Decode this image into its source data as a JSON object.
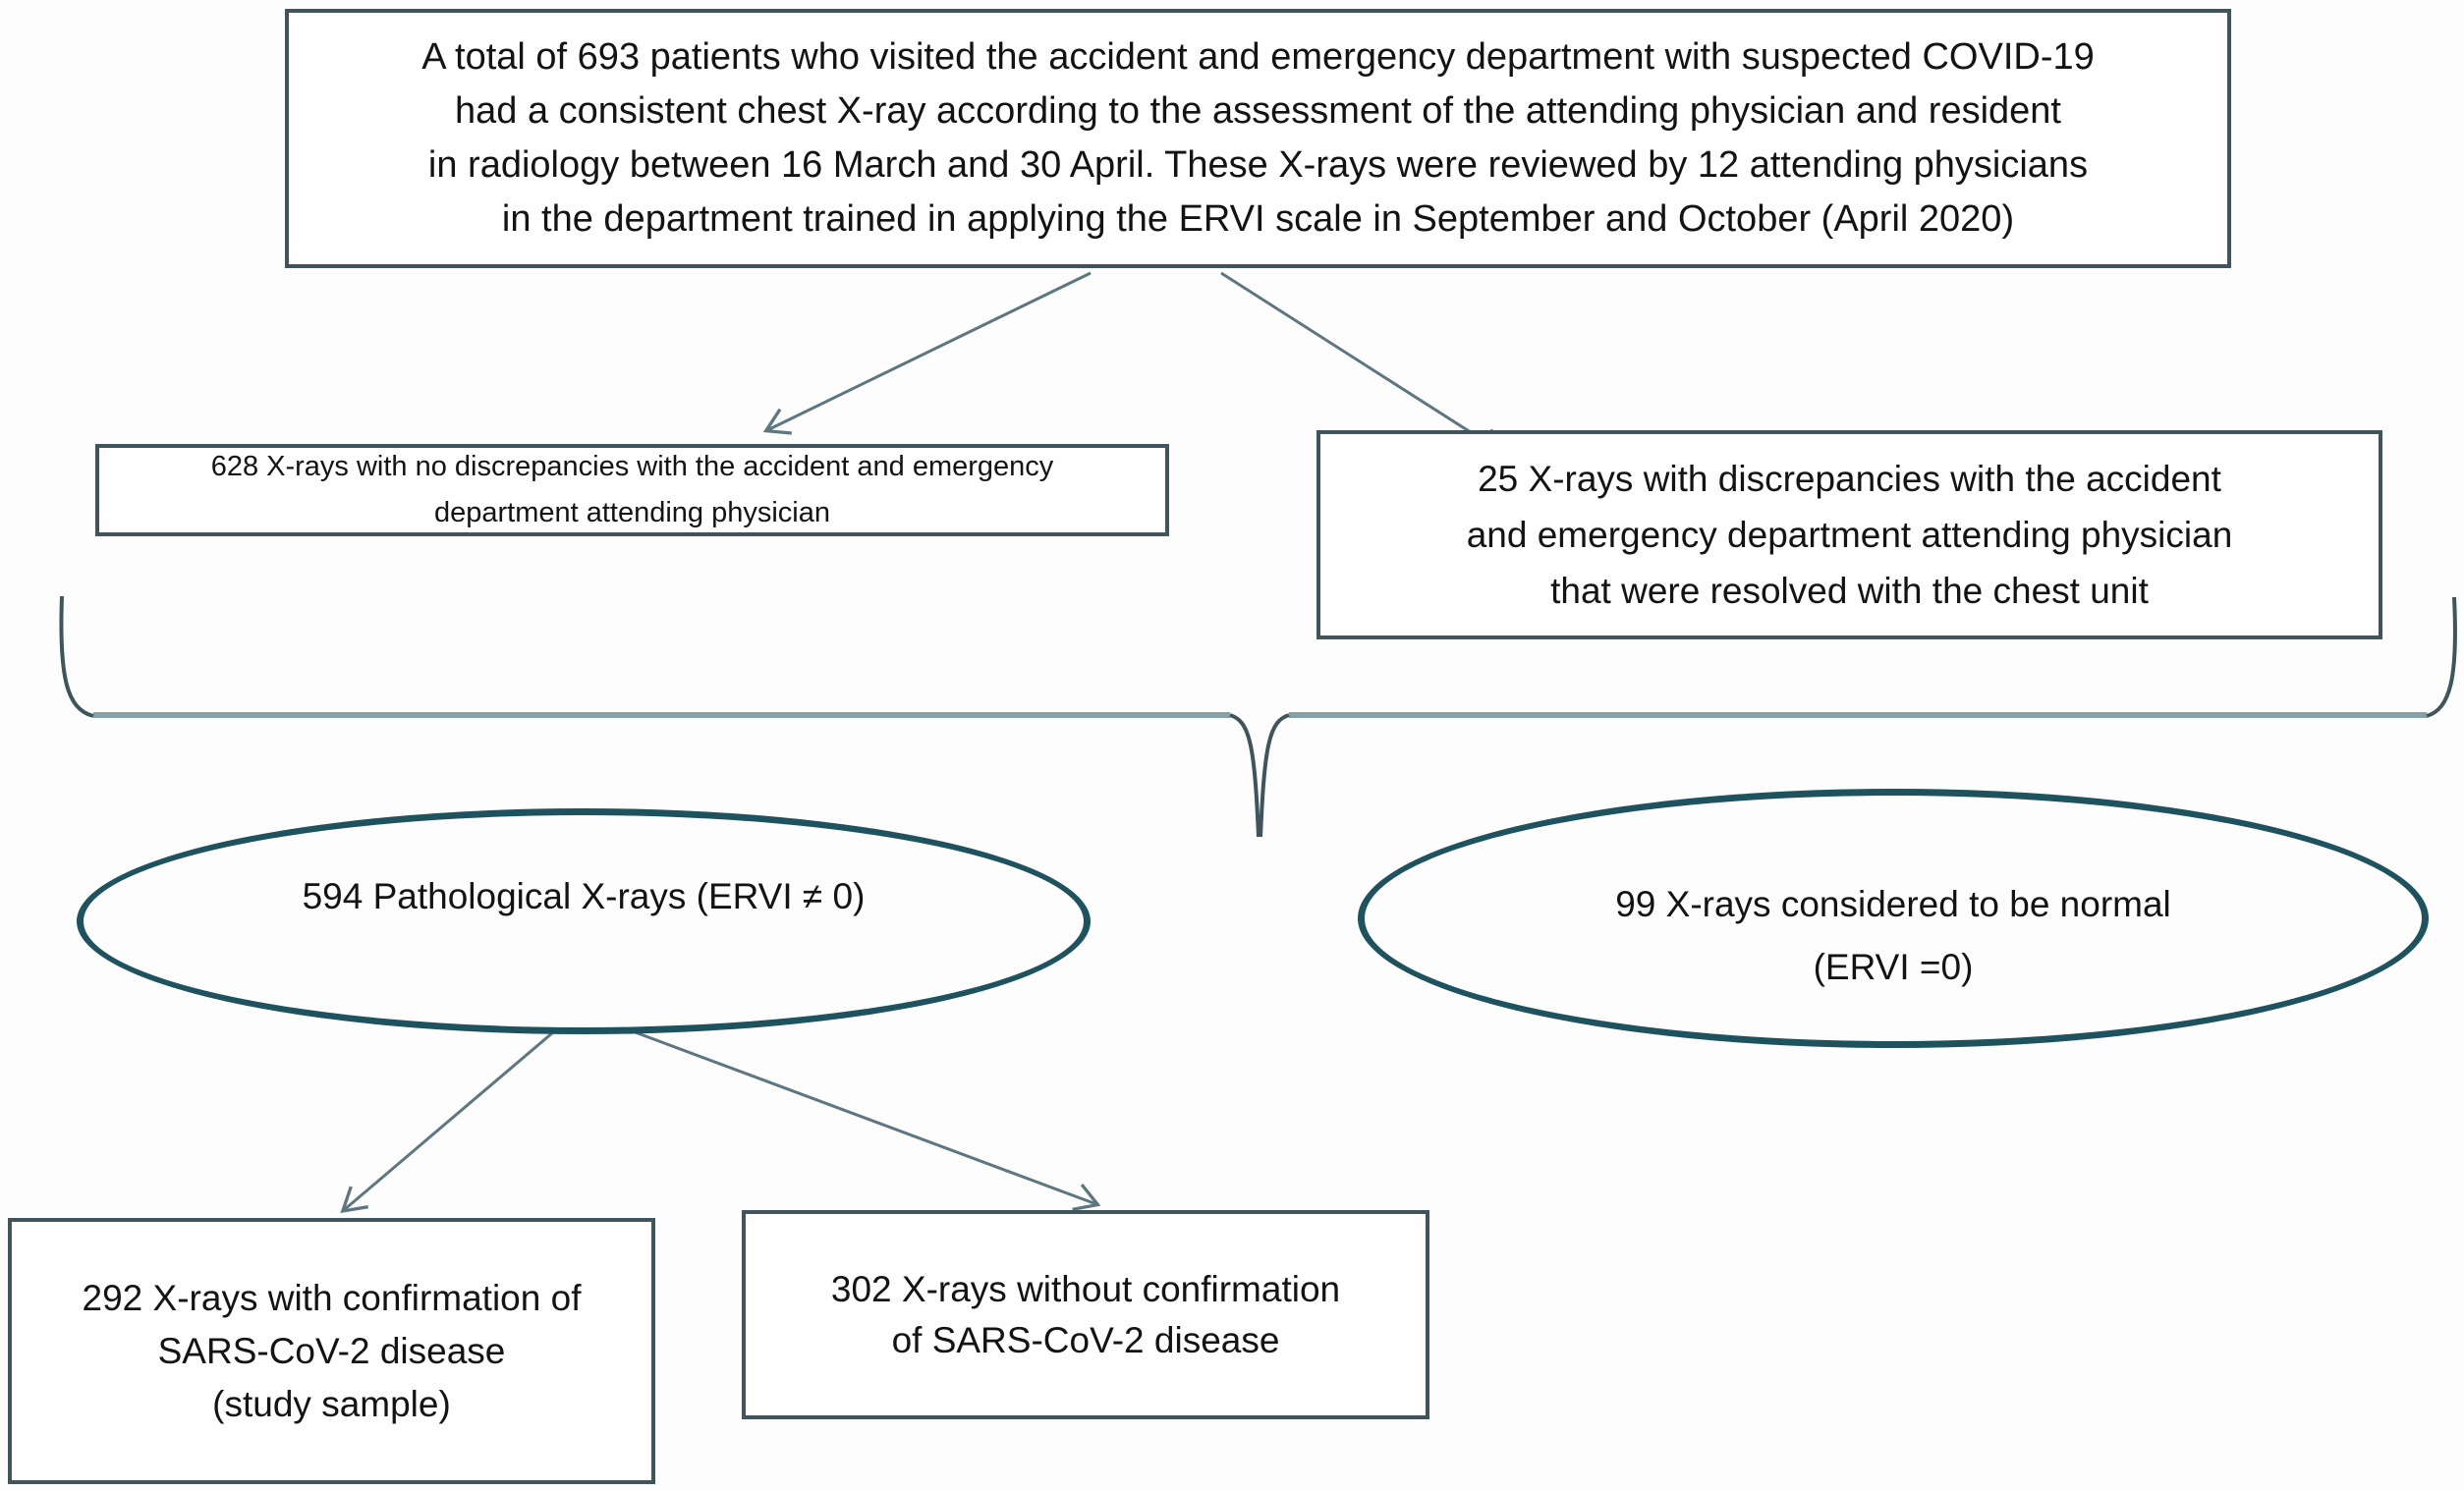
{
  "diagram": {
    "title": "COVID-19 chest X-ray review flow diagram",
    "top_box": {
      "lines": [
        "A total of 693 patients who visited the accident and emergency department with suspected COVID-19",
        "had a consistent chest X-ray according to the assessment of the attending physician and resident",
        "in radiology between 16 March and 30 April. These X-rays were reviewed by 12 attending physicians",
        "in the department trained in applying the ERVI scale in September and October (April 2020)"
      ]
    },
    "left_mid_box": {
      "lines": [
        "628 X-rays with no discrepancies with the accident and emergency",
        "department attending physician"
      ]
    },
    "right_mid_box": {
      "lines": [
        "25 X-rays with discrepancies with the accident",
        "and emergency department attending physician",
        "that were resolved with the chest unit"
      ]
    },
    "left_ellipse": {
      "lines": [
        "594 Pathological X-rays (ERVI ≠ 0)"
      ]
    },
    "right_ellipse": {
      "lines": [
        "99 X-rays considered to be normal",
        "(ERVI =0)"
      ]
    },
    "bottom_left_box": {
      "lines": [
        "292 X-rays with confirmation of",
        "SARS-CoV-2 disease",
        "(study sample)"
      ]
    },
    "bottom_right_box": {
      "lines": [
        "302 X-rays without confirmation",
        "of SARS-CoV-2 disease"
      ]
    },
    "counts": {
      "total_patients": 693,
      "no_discrepancies": 628,
      "discrepancies": 25,
      "pathological": 594,
      "normal": 99,
      "confirmed_sars_cov_2": 292,
      "not_confirmed_sars_cov_2": 302
    },
    "colors": {
      "background": "#fdfdfd",
      "box_border": "#42545b",
      "ellipse_stroke": "#1e525e",
      "arrow": "#5e767f",
      "brace_light": "#86a2a8",
      "brace_dark": "#3f545b",
      "text": "#131313"
    }
  }
}
